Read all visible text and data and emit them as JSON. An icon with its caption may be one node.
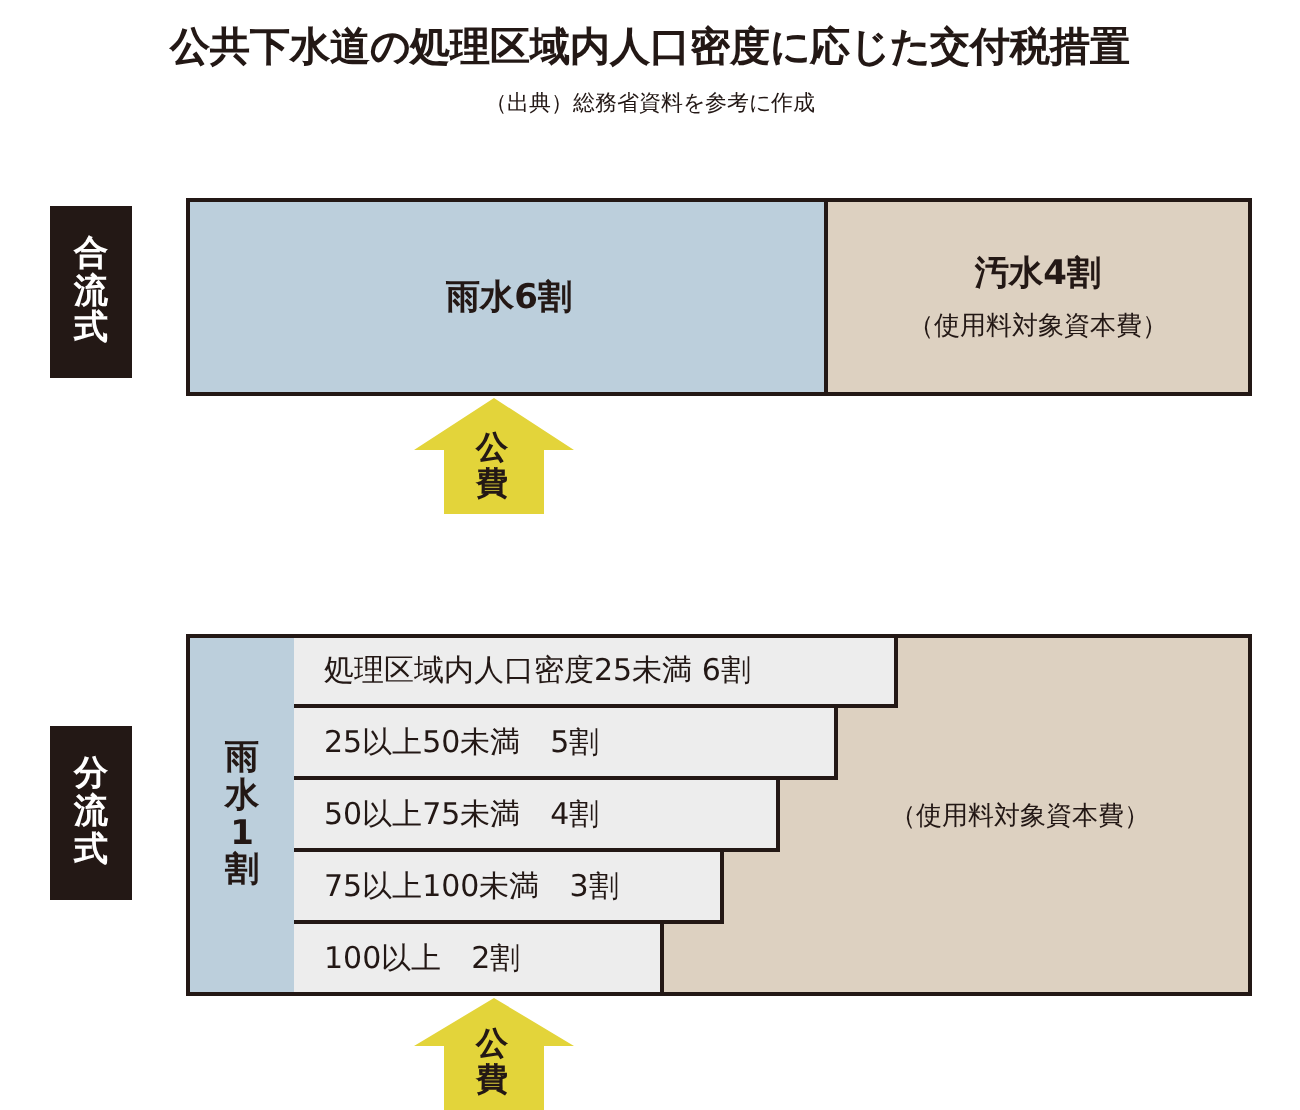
{
  "diagram": {
    "title": "公共下水道の処理区域内人口密度に応じた交付税措置",
    "caption": "（出典）総務省資料を参考に作成",
    "nodes": [
      {
        "text": [
          "合流式"
        ]
      },
      {
        "text": [
          "雨水6割"
        ]
      },
      {
        "text": [
          "汚水4割",
          "（使用料対象資本費）"
        ]
      },
      {
        "text": [
          "公費"
        ]
      },
      {
        "text": [
          "分流式"
        ]
      },
      {
        "text": [
          "（使用料対象資本費）"
        ]
      },
      {
        "text": [
          "雨水1割"
        ],
        "in": 5
      },
      {
        "text": [
          "処理区域内人口密度25未満 6割"
        ],
        "in": 5
      },
      {
        "text": [
          "25以上50未満　5割"
        ],
        "in": 5
      },
      {
        "text": [
          "50以上75未満　4割"
        ],
        "in": 5
      },
      {
        "text": [
          "75以上100未満　3割"
        ],
        "in": 5
      },
      {
        "text": [
          "100以上　2割"
        ],
        "in": 5
      },
      {
        "text": [
          "公費"
        ]
      }
    ],
    "edges": []
  }
}
